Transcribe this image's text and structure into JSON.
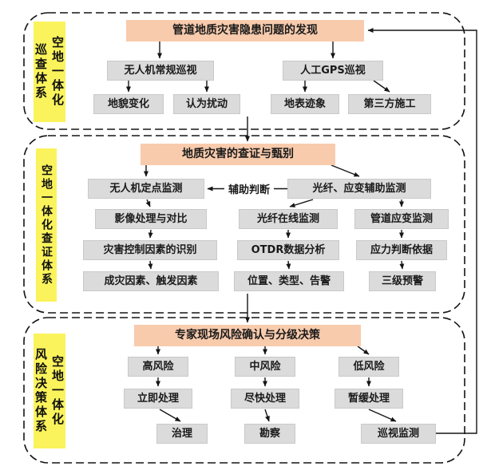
{
  "colors": {
    "highlight_box": "#F8CBAD",
    "gray_box": "#DBDBDB",
    "side_label": "#FAF35C",
    "line": "#151515"
  },
  "s1": {
    "label_col1": "空地一体化",
    "label_col2": "巡查体系",
    "title": "管道地质灾害隐患问题的发现",
    "uav": "无人机常规巡视",
    "gps": "人工GPS巡视",
    "landform": "地貌变化",
    "disturbance": "认为扰动",
    "surface": "地表迹象",
    "third_party": "第三方施工"
  },
  "s2": {
    "label": "空地一体化查证体系",
    "title": "地质灾害的查证与甄别",
    "uav_fixed": "无人机定点监测",
    "aux": "辅助判断",
    "fiber_aux": "光纤、应变辅助监测",
    "image_proc": "影像处理与对比",
    "control_id": "灾害控制因素的识别",
    "factors": "成灾因素、触发因素",
    "fiber_online": "光纤在线监测",
    "otdr": "OTDR数据分析",
    "alarm": "位置、类型、告警",
    "strain": "管道应变监测",
    "stress": "应力判断依据",
    "warning": "三级预警"
  },
  "s3": {
    "label_col1": "空地一体化",
    "label_col2": "风险决策体系",
    "title": "专家现场风险确认与分级决策",
    "high": "高风险",
    "medium": "中风险",
    "low": "低风险",
    "immediate": "立即处理",
    "soon": "尽快处理",
    "defer": "暂缓处理",
    "treat": "治理",
    "survey": "勘察",
    "patrol": "巡视监测"
  }
}
